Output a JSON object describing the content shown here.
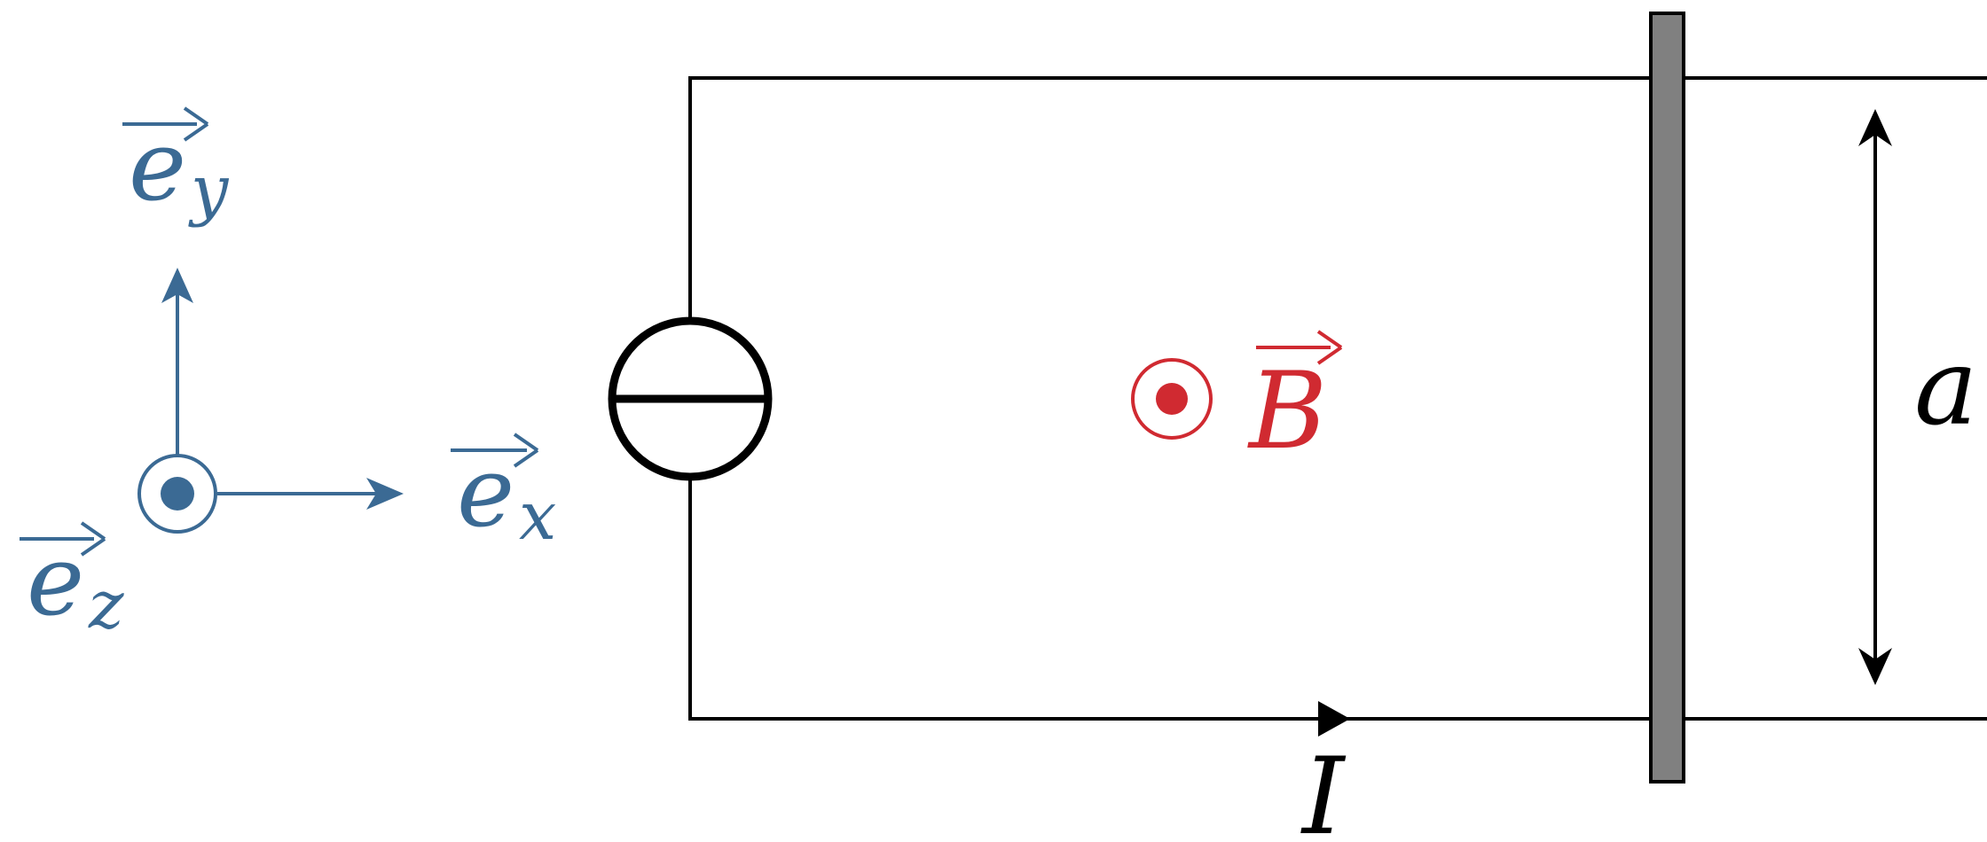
{
  "colors": {
    "axes": "#3b6a94",
    "field": "#d02a31",
    "wire": "#000000",
    "rod_fill": "#808080",
    "background": "#ffffff"
  },
  "axes": {
    "ex": {
      "base": "e",
      "sub": "x"
    },
    "ey": {
      "base": "e",
      "sub": "y"
    },
    "ez": {
      "base": "e",
      "sub": "z"
    },
    "ez_direction": "out-of-page"
  },
  "field": {
    "label": "B",
    "direction": "out-of-page"
  },
  "circuit": {
    "source_symbol": "current-source",
    "current_label": "I",
    "width_label": "a"
  }
}
